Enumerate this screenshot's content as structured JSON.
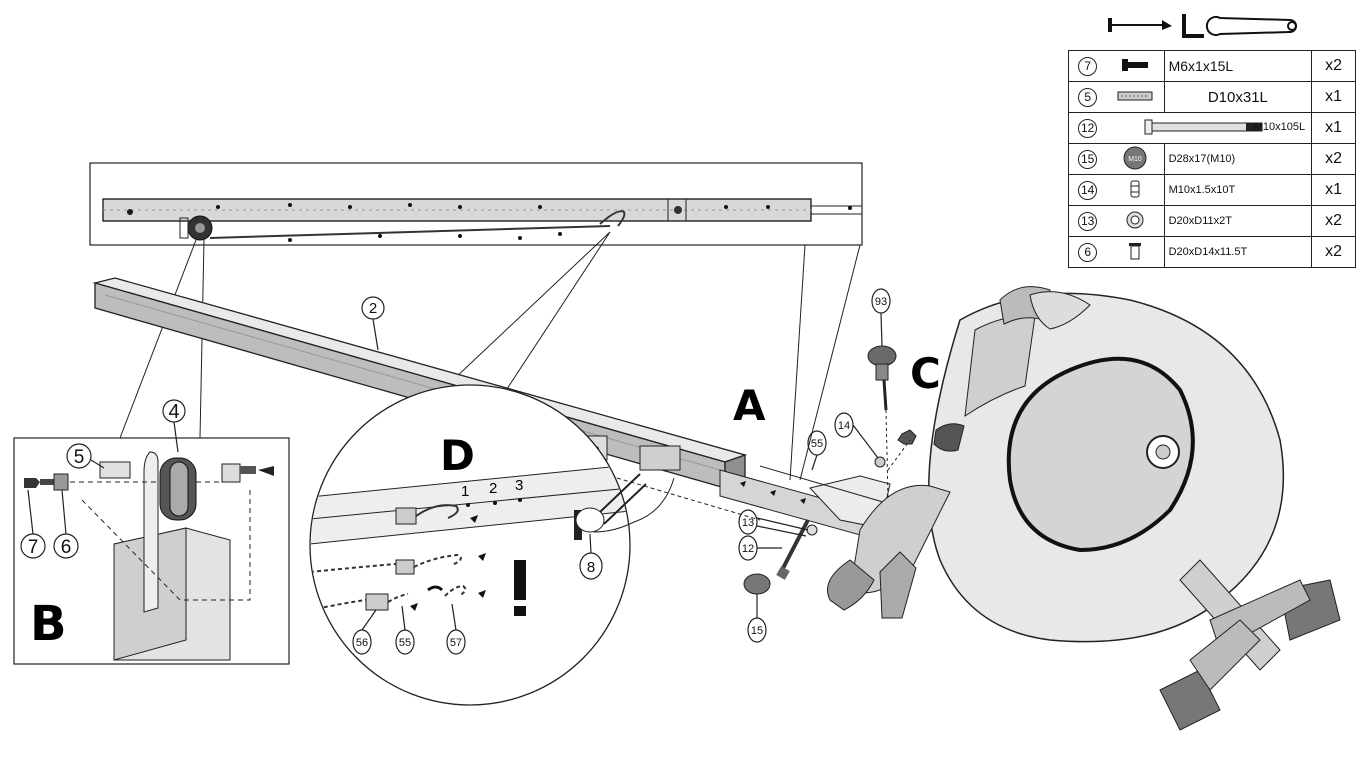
{
  "labels": {
    "section_a": "A",
    "section_b": "B",
    "section_c": "C",
    "section_d": "D",
    "warning": "!",
    "callouts": {
      "c2": "2",
      "c4": "4",
      "c5": "5",
      "c6": "6",
      "c7": "7",
      "c8": "8",
      "c12": "12",
      "c13": "13",
      "c14": "14",
      "c15": "15",
      "c55a": "55",
      "c55b": "55",
      "c56": "56",
      "c57": "57",
      "c93": "93"
    },
    "hole_numbers": [
      "1",
      "2",
      "3"
    ]
  },
  "parts_table": [
    {
      "num": "7",
      "spec": "M6x1x15L",
      "qty": "x2",
      "icon": "bolt-icon"
    },
    {
      "num": "5",
      "spec": "D10x31L",
      "qty": "x1",
      "icon": "spacer-icon"
    },
    {
      "num": "12",
      "spec": "M10x105L",
      "qty": "x1",
      "icon": "long-bolt-icon"
    },
    {
      "num": "15",
      "spec": "D28x17(M10)",
      "qty": "x2",
      "icon": "knob-nut-icon",
      "icon_text": "M10"
    },
    {
      "num": "14",
      "spec": "M10x1.5x10T",
      "qty": "x1",
      "icon": "nut-icon"
    },
    {
      "num": "13",
      "spec": "D20xD11x2T",
      "qty": "x2",
      "icon": "washer-icon"
    },
    {
      "num": "6",
      "spec": "D20xD14x11.5T",
      "qty": "x2",
      "icon": "bushing-icon"
    }
  ],
  "tools": [
    "allen-key-icon",
    "small-allen-key-icon",
    "wrench-icon"
  ],
  "colors": {
    "line": "#1a1a1a",
    "frame": "#cfcfcf",
    "dark": "#3a3a3a",
    "body": "#e6e6e6"
  }
}
